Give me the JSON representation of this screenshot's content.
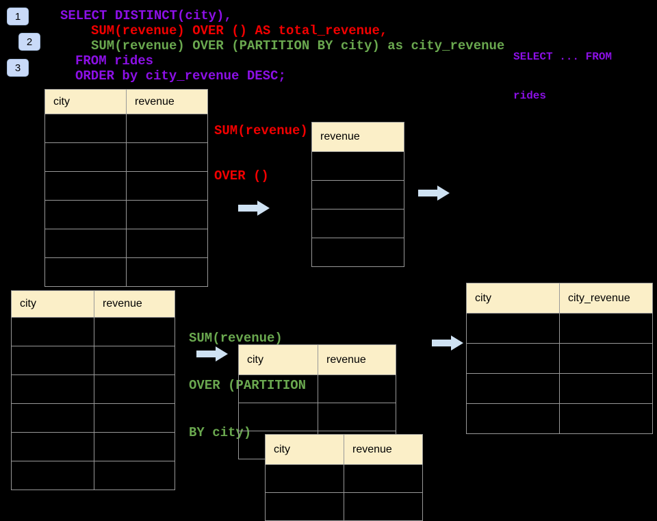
{
  "colors": {
    "background": "#000000",
    "sql_purple": "#8C10E6",
    "sql_red": "#F20000",
    "sql_green": "#6AA84F",
    "table_header_bg": "#FBEFC8",
    "table_border": "#999999",
    "arrow_fill": "#CFE2F3",
    "badge_bg": "#C9DAF8",
    "header_text": "#000000"
  },
  "badges": [
    {
      "label": "1"
    },
    {
      "label": "2"
    },
    {
      "label": "3"
    }
  ],
  "sql_code": {
    "lines": [
      {
        "text": "SELECT DISTINCT(city),",
        "color": "purple"
      },
      {
        "text": "SUM(revenue) OVER () AS total_revenue,",
        "color": "red"
      },
      {
        "text": "SUM(revenue) OVER (PARTITION BY city) as city_revenue",
        "color": "green"
      },
      {
        "text": "FROM rides",
        "color": "purple"
      },
      {
        "text": "ORDER by city_revenue DESC;",
        "color": "purple"
      }
    ]
  },
  "side_note": {
    "line1": "SELECT ... FROM",
    "line2": "rides"
  },
  "annotation_total": {
    "line1": "SUM(revenue)",
    "line2": "OVER ()"
  },
  "annotation_partition": {
    "line1": "SUM(revenue)",
    "line2": "OVER (PARTITION",
    "line3": "BY city)"
  },
  "tables": {
    "source_top": {
      "headers": [
        "city",
        "revenue"
      ],
      "body_rows": 6
    },
    "total_revenue": {
      "headers": [
        "revenue"
      ],
      "body_rows": 4
    },
    "source_bottom": {
      "headers": [
        "city",
        "revenue"
      ],
      "body_rows": 6
    },
    "partition_a": {
      "headers": [
        "city",
        "revenue"
      ],
      "body_rows": 3
    },
    "partition_b": {
      "headers": [
        "city",
        "revenue"
      ],
      "body_rows": 2
    },
    "result": {
      "headers": [
        "city",
        "city_revenue"
      ],
      "body_rows": 4
    }
  }
}
